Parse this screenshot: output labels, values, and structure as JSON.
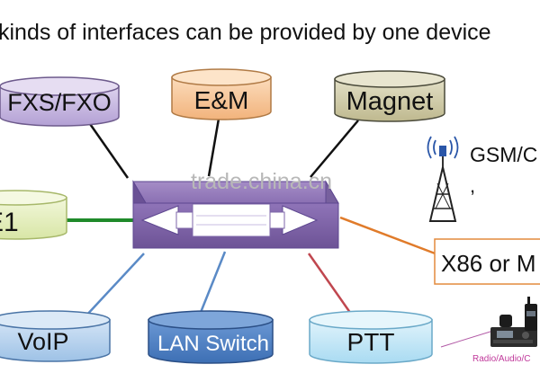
{
  "title": "kinds of interfaces can be provided by one device",
  "watermark": "trade.china.cn",
  "nodes": {
    "fxs_fxo": "FXS/FXO",
    "em": "E&M",
    "magnet": "Magnet",
    "e1": "E1",
    "voip": "VoIP",
    "lan_switch": "LAN Switch",
    "ptt": "PTT",
    "x86": "X86 or M",
    "gsm": "GSM/C",
    "radio": "Radio/Audio/C"
  },
  "colors": {
    "fxs_fxo": "#c7b8de",
    "em": "#f7c79a",
    "magnet": "#cfcaa8",
    "e1": "#e6efc2",
    "voip": "#b8d3ee",
    "lan_switch": "#4d7ec2",
    "ptt": "#c6e8f7",
    "device": "#8060a8",
    "x86_border": "#e38a3d",
    "e1_link": "#1f8a2a",
    "x86_link": "#e07b2a",
    "ptt_link": "#c0474f",
    "lan_link": "#5a8ac6"
  },
  "icons": [
    "tower-antenna-icon",
    "radio-device-icon",
    "walkie-talkie-icon"
  ]
}
